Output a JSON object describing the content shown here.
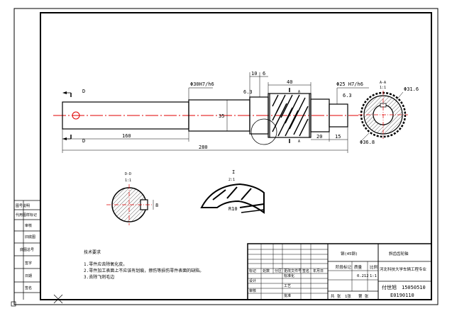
{
  "drawing": {
    "dimensions": {
      "bore_fit": "Φ30H7/h6",
      "gear_fit": "Φ25 H7/h6",
      "length_10": "10",
      "length_6": "6",
      "length_40": "40",
      "length_20": "20",
      "length_15": "15",
      "length_160": "160",
      "length_280": "280",
      "dia_35": "35",
      "rough_a": "6.3",
      "rough_b": "6.3",
      "dia_31_6": "Φ31.6",
      "dia_36_8": "Φ36.8",
      "radius": "R10"
    },
    "sections": {
      "label_a_top": "A",
      "label_a_bottom": "A",
      "view_aa": "A-A",
      "view_aa_scale": "1:1",
      "label_d_top": "D",
      "label_d_bottom": "D",
      "view_dd": "D-D",
      "view_dd_scale": "1:1",
      "view_i": "I",
      "view_i_scale": "2:1",
      "key_dim": "8"
    },
    "notes": {
      "title": "技术要求",
      "lines": [
        "1.零件应去除氧化皮。",
        "2.零件加工表面上不应该有划痕，擦伤等损伤零件表面的缺陷。",
        "3.去除飞刺毛边"
      ]
    },
    "left_strip": [
      "图号说明",
      "代用图样标记",
      "审核",
      "旧底图",
      "底图总号",
      "签字",
      "日期",
      "签名"
    ],
    "title_block": {
      "material": "钢(45钢)",
      "part_name": "斜齿齿轮轴",
      "school": "河北科技大学车辆工程专业",
      "scale": "1:1",
      "ratio": "0.212",
      "sheets": "1张",
      "designer": "付世旭",
      "student_id": "15050510",
      "drawing_no": "E0190110",
      "row_labels": [
        "标记",
        "处数",
        "分区",
        "更改文件号",
        "签名",
        "年月日"
      ],
      "left_labels": [
        "设计",
        "审核",
        "工艺"
      ],
      "mid_labels": [
        "标准化",
        "批准"
      ],
      "stage_labels": [
        "阶段标记",
        "质量",
        "比例"
      ],
      "sheet_labels": [
        "共 张",
        "第 张"
      ]
    }
  }
}
